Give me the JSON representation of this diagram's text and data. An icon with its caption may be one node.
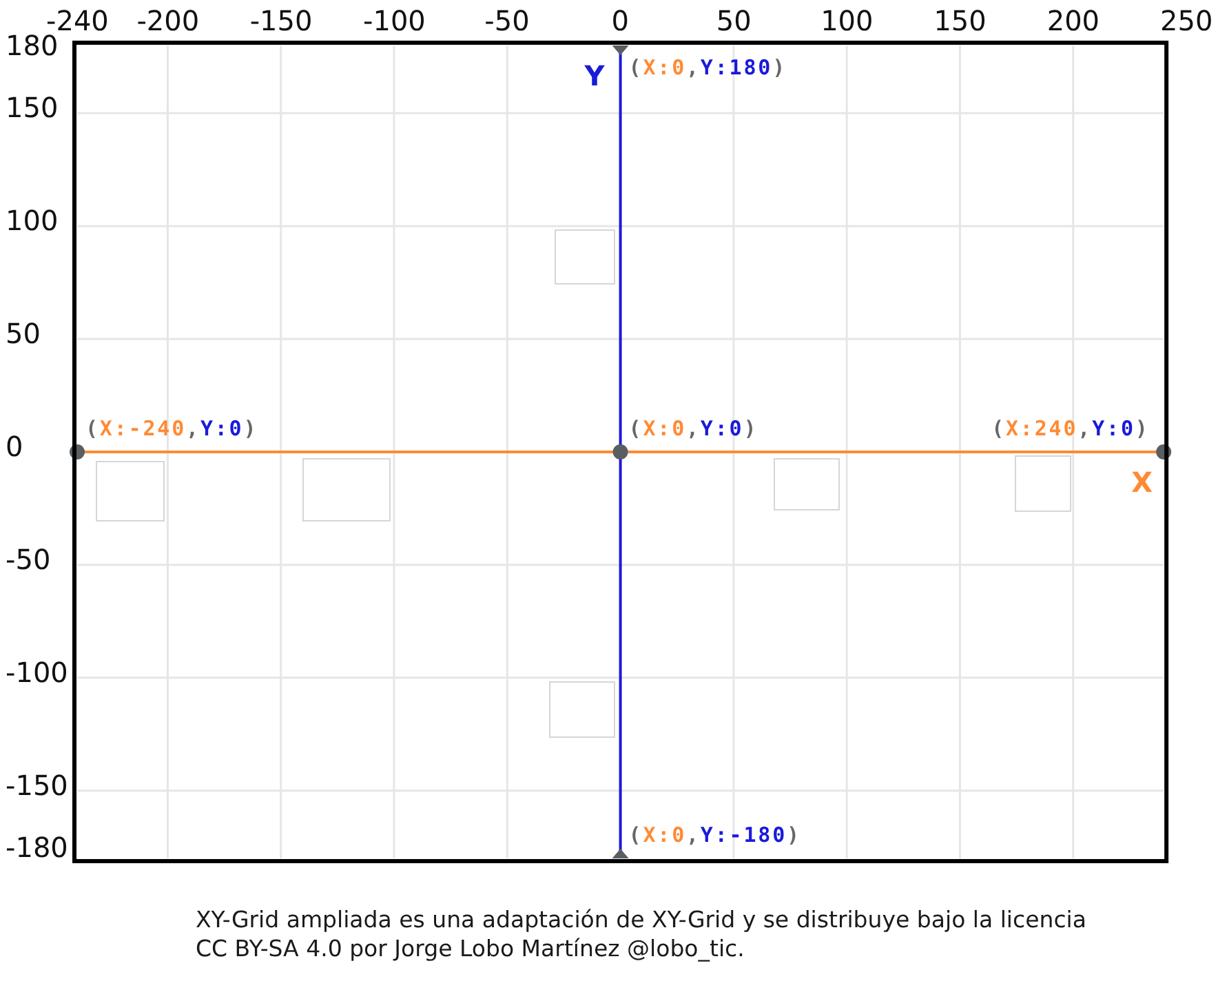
{
  "diagram": {
    "caption": "XY-Grid ampliada es una adaptación de XY-Grid y se distribuye bajo la licencia CC BY-SA 4.0 por Jorge Lobo Martínez @lobo_tic.",
    "chart_data": {
      "type": "scatter",
      "xlabel": "X",
      "ylabel": "Y",
      "x": [
        0,
        -240,
        0,
        240,
        0
      ],
      "series": [
        {
          "color": "#5a5e63",
          "values": [
            180,
            0,
            0,
            0,
            -180
          ]
        }
      ],
      "xlim": [
        -240,
        250
      ],
      "ylim": [
        -180,
        180
      ],
      "xticks": [
        -240,
        -200,
        -150,
        -100,
        -50,
        0,
        50,
        100,
        150,
        200,
        250
      ],
      "yticks": [
        180,
        150,
        100,
        50,
        0,
        -50,
        -100,
        -150,
        -180
      ],
      "grid": true,
      "ref_lines": [
        {
          "axis": "y",
          "value": 0,
          "color": "#ff8a33"
        },
        {
          "axis": "x",
          "value": 0,
          "color": "#1a1ad9"
        }
      ],
      "annotations": [
        {
          "x": 0,
          "y": 180,
          "text": "(X:0,Y:180)"
        },
        {
          "x": -240,
          "y": 0,
          "text": "(X:-240,Y:0)"
        },
        {
          "x": 0,
          "y": 0,
          "text": "(X:0,Y:0)"
        },
        {
          "x": 240,
          "y": 0,
          "text": "(X:240,Y:0)"
        },
        {
          "x": 0,
          "y": -180,
          "text": "(X:0,Y:-180)"
        }
      ]
    }
  }
}
